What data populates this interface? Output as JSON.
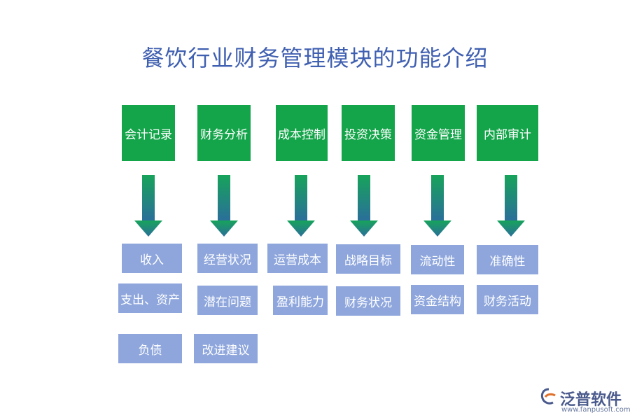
{
  "title": "餐饮行业财务管理模块的功能介绍",
  "colors": {
    "module_bg": "#14a44a",
    "item_bg": "#8ea6dc",
    "arrow_top": "#17a35a",
    "arrow_bottom": "#2a6f9a",
    "title": "#3f5fb0"
  },
  "modules": [
    {
      "label": "会计记录",
      "items": [
        "收入",
        "支出、资产",
        "负债"
      ]
    },
    {
      "label": "财务分析",
      "items": [
        "经营状况",
        "潜在问题",
        "改进建议"
      ]
    },
    {
      "label": "成本控制",
      "items": [
        "运营成本",
        "盈利能力"
      ]
    },
    {
      "label": "投资决策",
      "items": [
        "战略目标",
        "财务状况"
      ]
    },
    {
      "label": "资金管理",
      "items": [
        "流动性",
        "资金结构"
      ]
    },
    {
      "label": "内部审计",
      "items": [
        "准确性",
        "财务活动"
      ]
    }
  ],
  "logo": {
    "name": "泛普软件",
    "url": "www.fanpusoft.com",
    "icon": "fanpu-logo-icon"
  }
}
